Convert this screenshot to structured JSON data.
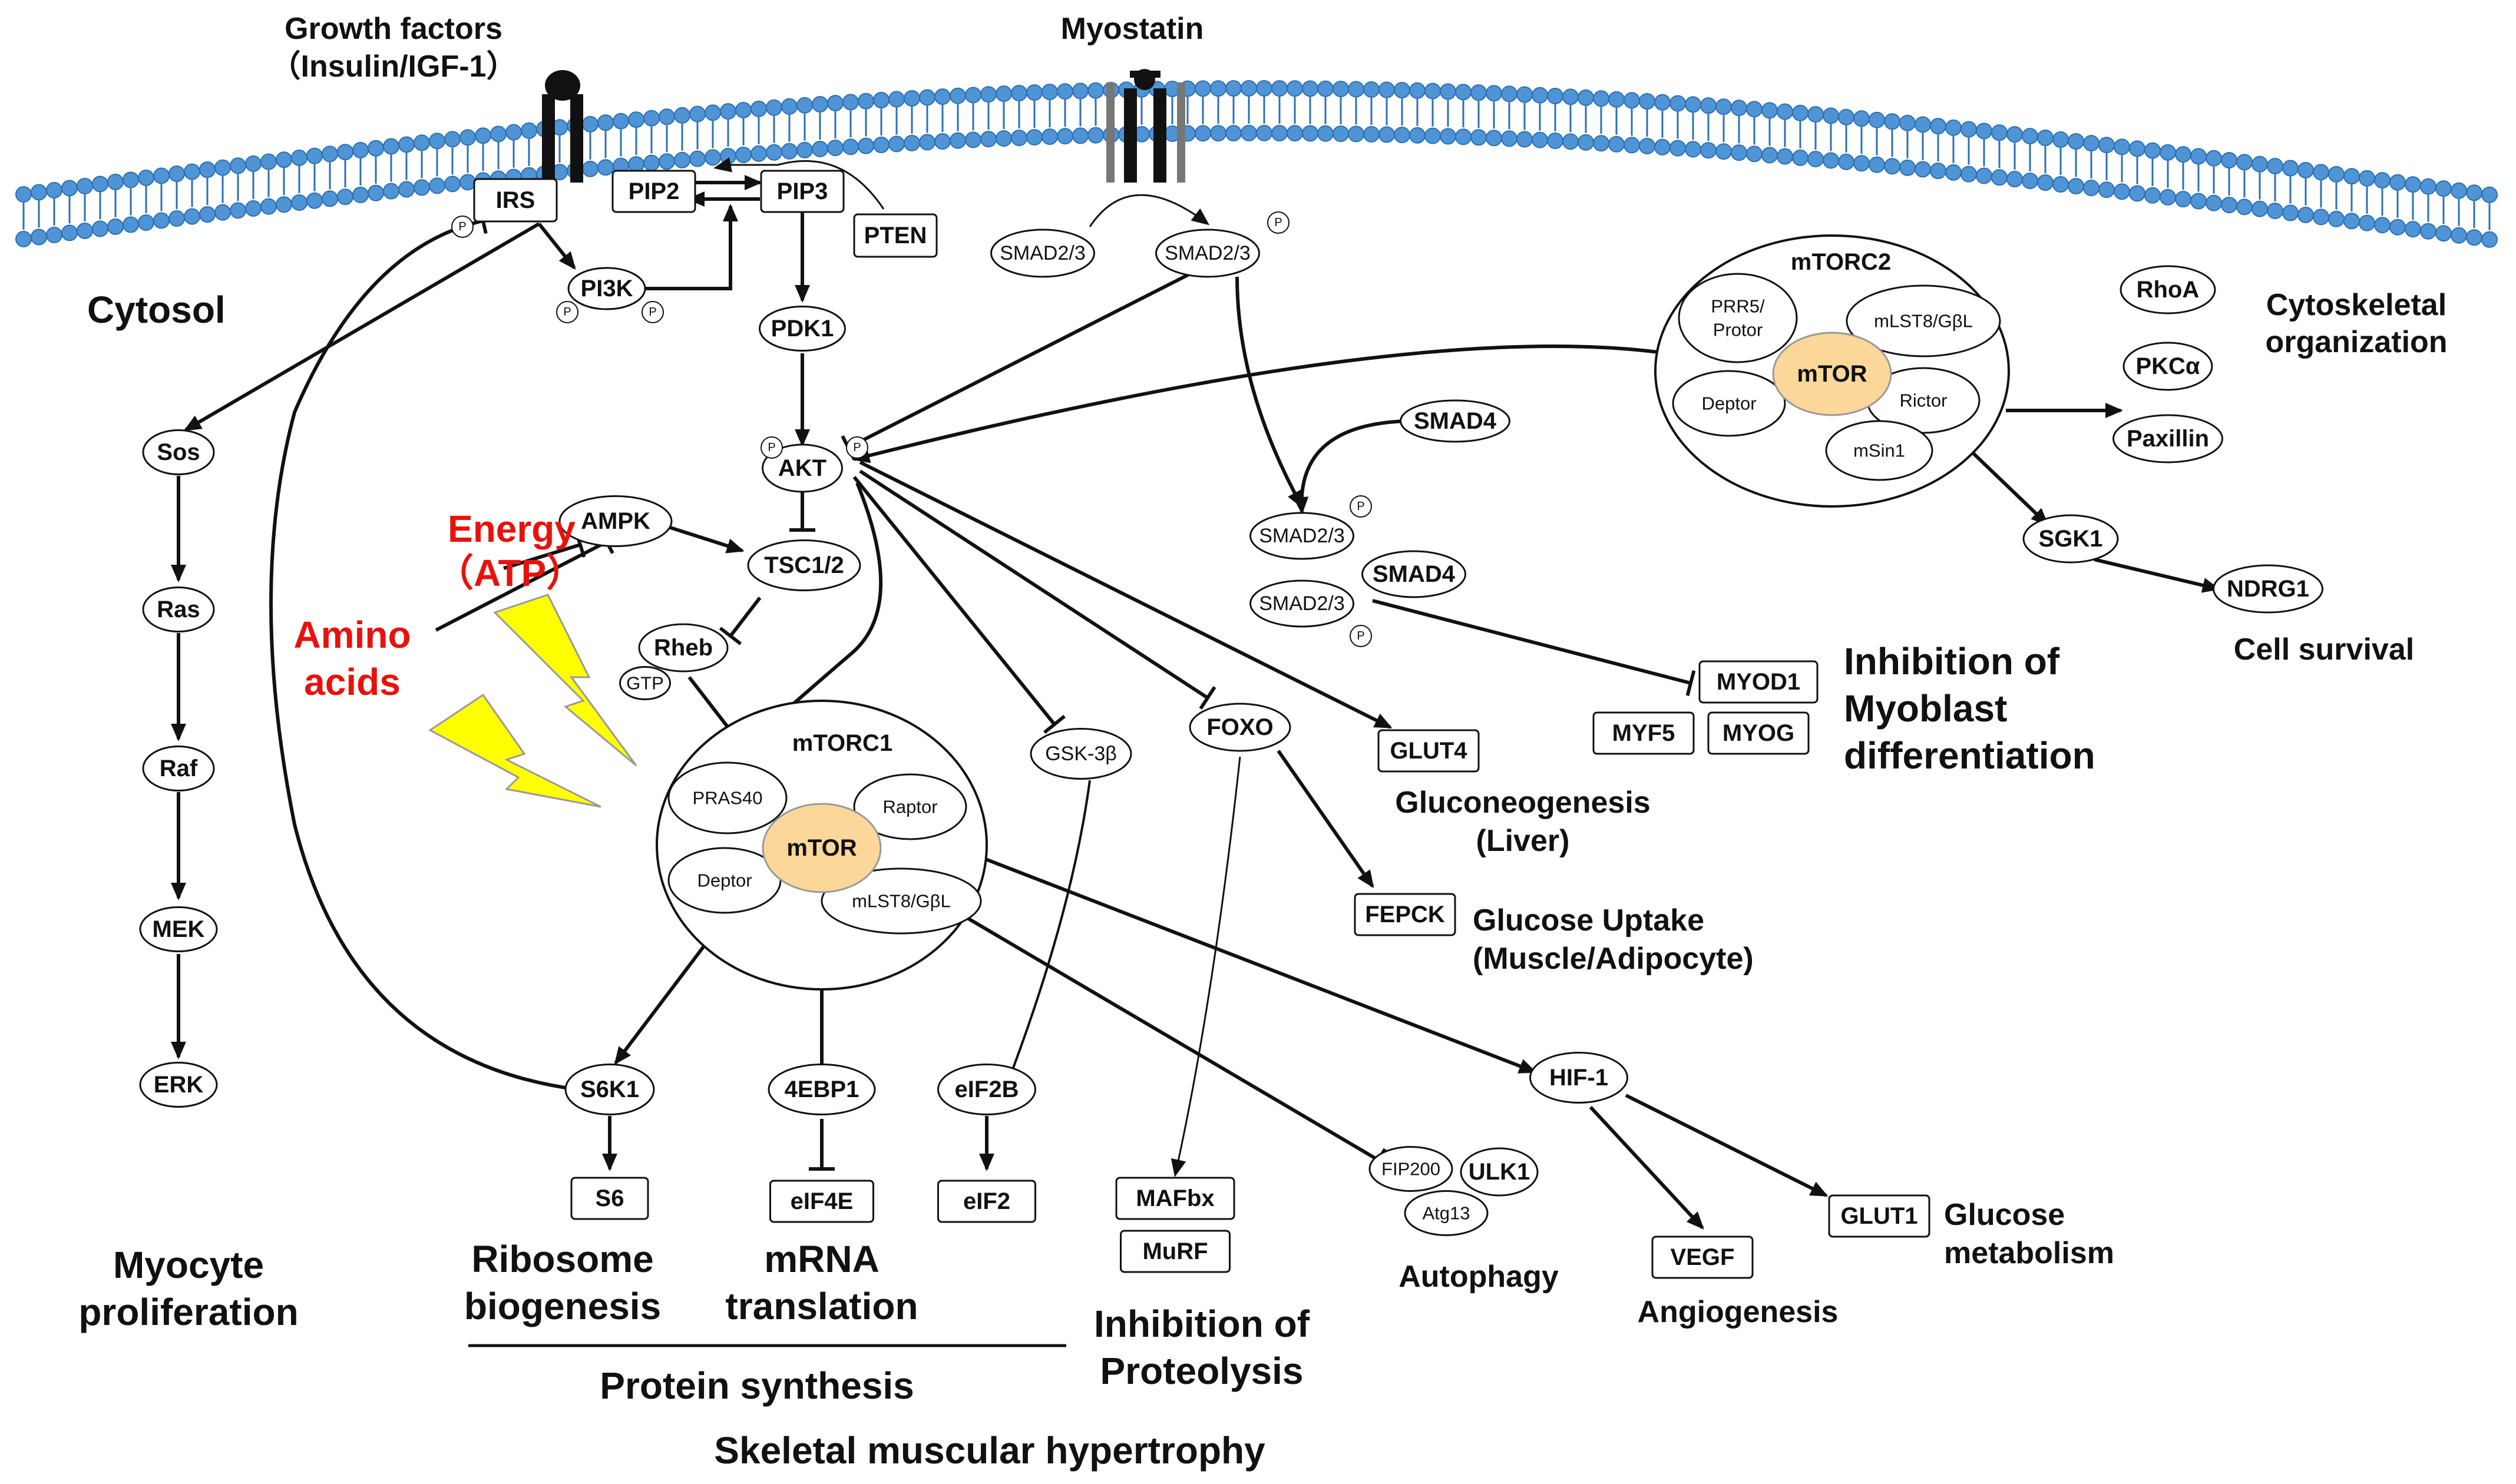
{
  "labels": {
    "growth_factors": "Growth factors",
    "insulin_igf": "（Insulin/IGF-1）",
    "myostatin": "Myostatin",
    "cytosol": "Cytosol",
    "energy": "Energy",
    "atp": "（ATP）",
    "amino": "Amino",
    "acids": "acids",
    "cytoskeletal": "Cytoskeletal",
    "organization": "organization",
    "cell_survival": "Cell survival",
    "inhibition_of": "Inhibition of",
    "myoblast": "Myoblast",
    "differentiation": "differentiation",
    "gluconeogenesis": "Gluconeogenesis",
    "liver": "(Liver)",
    "glucose_uptake": "Glucose Uptake",
    "muscle_adipocyte": "(Muscle/Adipocyte)",
    "myocyte": "Myocyte",
    "proliferation": "proliferation",
    "ribosome": "Ribosome",
    "biogenesis": "biogenesis",
    "mrna": "mRNA",
    "translation": "translation",
    "inhibition_of_2": "Inhibition of",
    "proteolysis": "Proteolysis",
    "autophagy": "Autophagy",
    "angiogenesis": "Angiogenesis",
    "glucose": "Glucose",
    "metabolism": "metabolism",
    "protein_synthesis": "Protein synthesis",
    "hypertrophy": "Skeletal muscular hypertrophy"
  },
  "complexes": {
    "mtorc1": "mTORC1",
    "mtorc2": "mTORC2",
    "mtor": "mTOR",
    "mtor2": "mTOR",
    "pras40": "PRAS40",
    "raptor": "Raptor",
    "deptor1": "Deptor",
    "mlst8_1": "mLST8/GβL",
    "prr5_a": "PRR5/",
    "prr5_b": "Protor",
    "mlst8_2": "mLST8/GβL",
    "deptor2": "Deptor",
    "rictor": "Rictor",
    "msin1": "mSin1"
  },
  "nodes": {
    "irs": "IRS",
    "pi3k": "PI3K",
    "pip2": "PIP2",
    "pip3": "PIP3",
    "pten": "PTEN",
    "pdk1": "PDK1",
    "akt": "AKT",
    "smad23_a": "SMAD2/3",
    "smad23_b": "SMAD2/3",
    "smad4_free": "SMAD4",
    "smad23_c": "SMAD2/3",
    "smad4_cx": "SMAD4",
    "smad23_d": "SMAD2/3",
    "sos": "Sos",
    "ras": "Ras",
    "raf": "Raf",
    "mek": "MEK",
    "erk": "ERK",
    "ampk": "AMPK",
    "tsc12": "TSC1/2",
    "rheb": "Rheb",
    "gtp": "GTP",
    "gsk3b": "GSK-3β",
    "foxo": "FOXO",
    "glut4": "GLUT4",
    "fepck": "FEPCK",
    "myod1": "MYOD1",
    "myf5": "MYF5",
    "myog": "MYOG",
    "rhoa": "RhoA",
    "pkca": "PKCα",
    "paxillin": "Paxillin",
    "sgk1": "SGK1",
    "ndrg1": "NDRG1",
    "s6k1": "S6K1",
    "s6": "S6",
    "ebp1": "4EBP1",
    "eif4e": "eIF4E",
    "eif2b": "eIF2B",
    "eif2": "eIF2",
    "mafbx": "MAFbx",
    "murf": "MuRF",
    "fip200": "FIP200",
    "ulk1": "ULK1",
    "atg13": "Atg13",
    "hif1": "HIF-1",
    "vegf": "VEGF",
    "glut1": "GLUT1"
  },
  "phospho": "P",
  "colors": {
    "membrane": "#4f95d6",
    "membrane_dark": "#2d6fb4",
    "mtor_fill": "#fbd79a",
    "bolt": "#ffff00",
    "red_text": "#e8120c"
  }
}
